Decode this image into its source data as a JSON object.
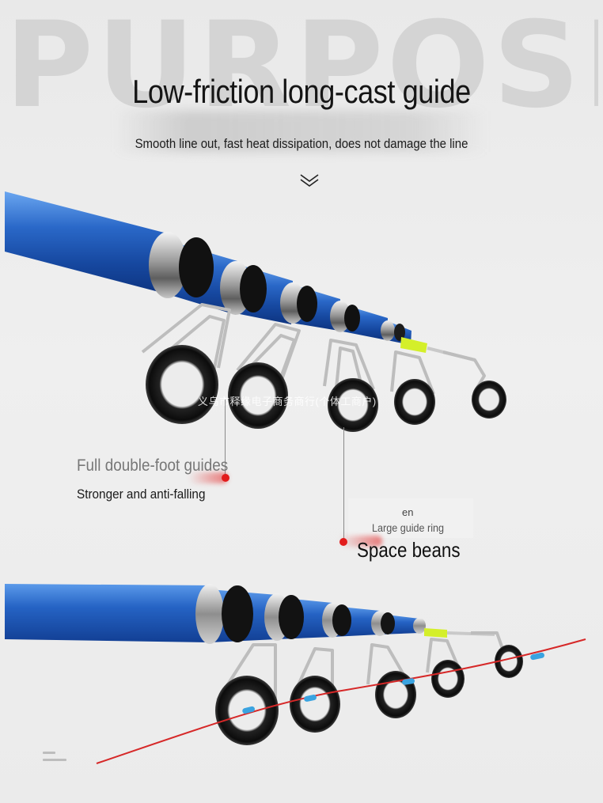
{
  "background_word": "PURPOSE",
  "title": "Low-friction long-cast guide",
  "subtitle": "Smooth line out, fast heat dissipation, does not damage the line",
  "watermark": "义乌市释缘电子商务商行(个体工商户)",
  "callout_left": {
    "heading": "Full double-foot guides",
    "text": "Stronger and anti-falling"
  },
  "callout_right": {
    "small": "en",
    "caption": "Large guide ring",
    "heading": "Space beans"
  },
  "icons": {
    "scroll": "chevron-double-down-icon",
    "menu": "menu-icon"
  },
  "colors": {
    "rod_blue": "#1a55b8",
    "rod_blue_light": "#4f8ee6",
    "ring_dark": "#141414",
    "line_red": "#d62828",
    "bean_blue": "#3aa3e0",
    "tip_yellow": "#d4ef2a",
    "accent_dot": "#e21b1b"
  }
}
